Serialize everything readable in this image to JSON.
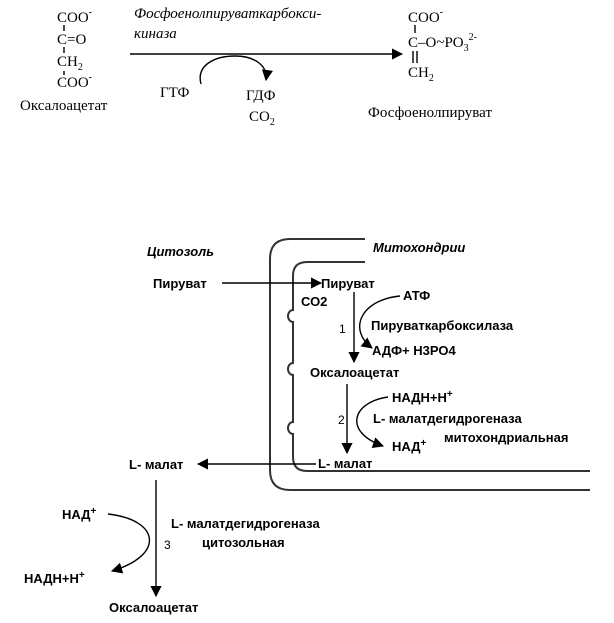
{
  "top_reaction": {
    "substrate_formula": {
      "coo_top": "COO",
      "coo_top_charge": "-",
      "co": "C=O",
      "ch2": "CH",
      "ch2_sub": "2",
      "coo_bottom": "COO",
      "coo_bottom_charge": "-"
    },
    "substrate_name": "Оксалоацетат",
    "enzyme_line1": "Фосфоенолпируваткарбокси-",
    "enzyme_line2": "киназа",
    "gtp": "ГТФ",
    "gdp": "ГДФ",
    "co2": "CO",
    "co2_sub": "2",
    "product_formula": {
      "coo": "COO",
      "coo_charge": "-",
      "c_prefix": "C",
      "c_rest": "–O~PO",
      "po_sub": "3",
      "po_charge": "2-",
      "ch2": "CH",
      "ch2_sub": "2"
    },
    "product_name": "Фосфоенолпируват"
  },
  "pathway": {
    "cytosol_label": "Цитозоль",
    "mito_label": "Митохондрии",
    "pyruvate_cyto": "Пируват",
    "pyruvate_mito": "Пируват",
    "co2": "СО2",
    "atp": "АТФ",
    "step1": "1",
    "enzyme1": "Пируваткарбоксилаза",
    "adp": "АДФ+  Н3РО4",
    "oxaloacetate_mito": "Оксалоацетат",
    "nadh1": "НАДН+Н",
    "nadh1_sup": "+",
    "step2": "2",
    "enzyme2_line1": "L- малатдегидрогеназа",
    "enzyme2_line2": "митохондриальная",
    "nad1": "НАД",
    "nad1_sup": "+",
    "malate_mito": "L- малат",
    "malate_cyto": "L- малат",
    "nad2": "НАД",
    "nad2_sup": "+",
    "step3": "3",
    "enzyme3_line1": "L- малатдегидрогеназа",
    "enzyme3_line2": "цитозольная",
    "nadh2": "НАДН+Н",
    "nadh2_sup": "+",
    "oxaloacetate_cyto": "Оксалоацетат"
  }
}
